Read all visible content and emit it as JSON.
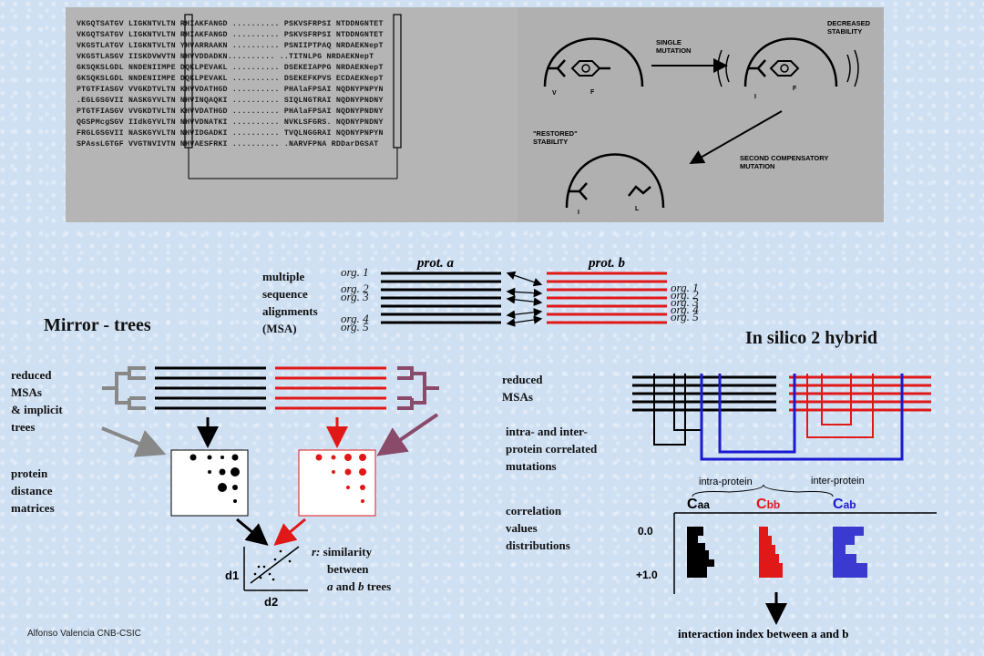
{
  "msa_rows": [
    "VKGQTSATGV LIGKNTVLTN RHIAKFANGD .......... PSKVSFRPSI NTDDNGNTET",
    "VKGQTSATGV LIGKNTVLTN RHIAKFANGD .......... PSKVSFRPSI NTDDNGNTET",
    "VKGSTLATGV LIGKNTVLTN YHVARRAAKN .......... PSNIIPTPAQ NRDAEKNepT",
    "VKGSTLASGV IISKDVWVTN NHVVDDADKN.......... ..TITNLPG NRDAEKNepT",
    "GKSQKSLGDL NNDENIIMPE DQKLPEVAKL .......... DSEKEIAPPG NRDAEKNepT",
    "GKSQKSLGDL NNDENIIMPE DQKLPEVAKL .......... DSEKEFKPVS ECDAEKNepT",
    "PTGTFIASGV VVGKDTVLTN KHVVDATHGD .......... PHAlaFPSAI NQDNYPNPYN",
    ".EGLGSGVII NASKGYVLTN NHVINQAQKI .......... SIQLNGTRAI NQDNYPNDNY",
    "PTGTFIASGV VVGKDTVLTN KHVVDATHGD .......... PHAlaFPSAI NQDNYPNDNY",
    "QGSPMcgSGV IIdkGYVLTN NHVVDNATKI .......... NVKLSFGRS. NQDNYPNDNY",
    "FRGLGSGVII NASKGYVLTN NHVIDGADKI .......... TVQLNGGRAI NQDNYPNPYN",
    "SPAssLGTGF VVGTNVIVTN NHVAESFRKI .......... .NARVFPNA RDDarDGSAT"
  ],
  "mutation_labels": {
    "single": "SINGLE\nMUTATION",
    "decreased": "DECREASED\nSTABILITY",
    "restored": "\"RESTORED\"\nSTABILITY",
    "second": "SECOND COMPENSATORY\nMUTATION",
    "res_v": "V",
    "res_f1": "F",
    "res_i1": "I",
    "res_f2": "F",
    "res_i2": "I",
    "res_l": "L"
  },
  "msa_center": {
    "prot_a": "prot. a",
    "prot_b": "prot. b",
    "label": [
      "multiple",
      "sequence",
      "alignments",
      "(MSA)"
    ],
    "orgs_left": [
      "org. 1",
      "org. 2",
      "org. 3",
      "org. 4",
      "org. 5"
    ],
    "orgs_right": [
      "org. 1",
      "org. 2",
      "org. 3",
      "org. 4",
      "org. 5"
    ]
  },
  "mirror": {
    "title": "Mirror - trees",
    "reduced": [
      "reduced",
      "MSAs",
      "& implicit",
      "trees"
    ],
    "distance": [
      "protein",
      "distance",
      "matrices"
    ],
    "d1": "d1",
    "d2": "d2",
    "r_label": "r:",
    "similarity": [
      "similarity",
      "between",
      "and trees"
    ],
    "sim_a": "a",
    "sim_b": "b"
  },
  "hybrid": {
    "title": "In silico 2 hybrid",
    "reduced": [
      "reduced",
      "MSAs"
    ],
    "correlated": [
      "intra- and inter-",
      "protein correlated",
      "mutations"
    ],
    "values": [
      "correlation",
      "values",
      "distributions"
    ],
    "intra": "intra-protein",
    "inter": "inter-protein",
    "caa": "C",
    "caa_sub": "aa",
    "cbb": "C",
    "cbb_sub": "bb",
    "cab": "C",
    "cab_sub": "ab",
    "y_top": "0.0",
    "y_bottom": "+1.0",
    "index_label": "interaction index between a and b"
  },
  "footer": "Alfonso Valencia  CNB-CSIC",
  "colors": {
    "red": "#e01818",
    "black": "#000000",
    "blue": "#1a1ad0",
    "hist_blue": "#3a3ad0",
    "gray": "#888888",
    "purple": "#8a4a6a"
  }
}
